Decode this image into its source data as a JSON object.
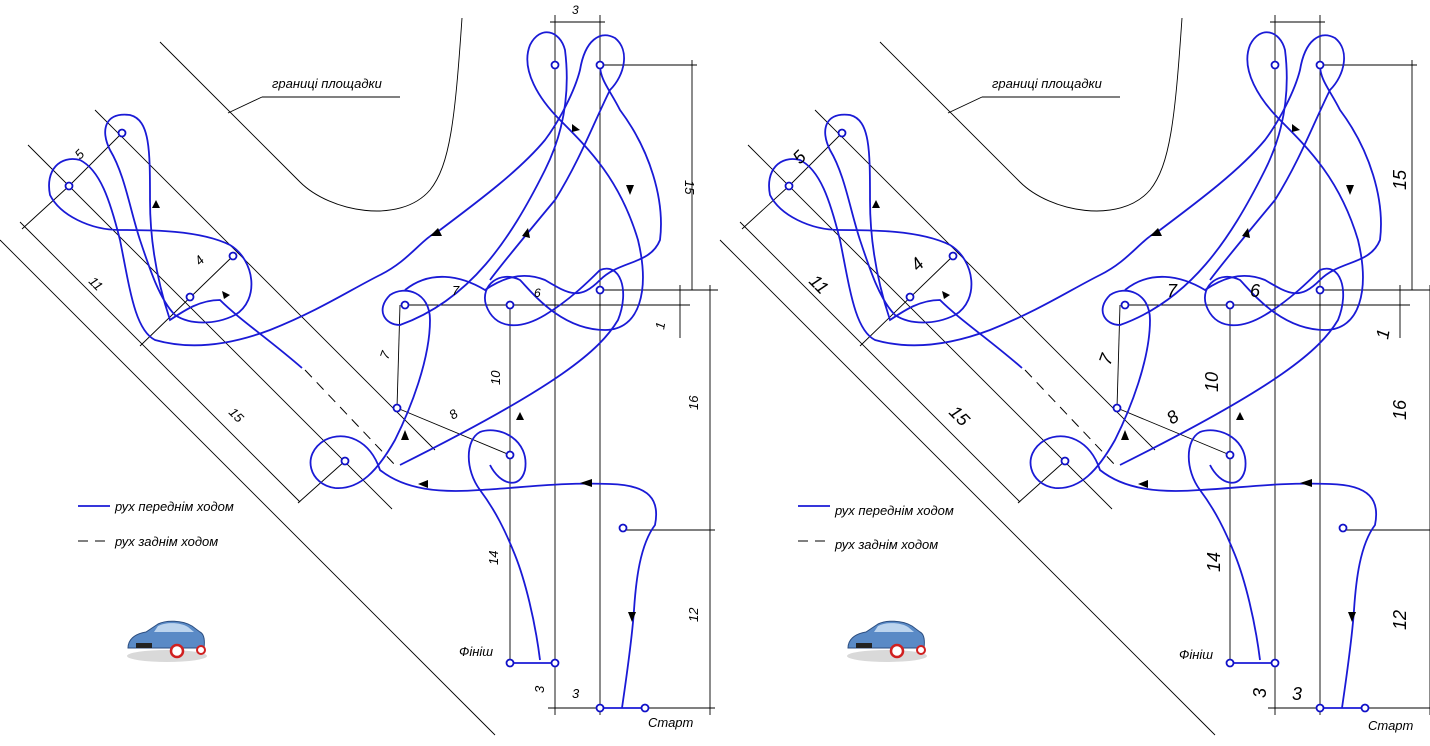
{
  "diagrams": [
    {
      "id": "left",
      "boundary_label": "границі площадки",
      "legend": {
        "forward": "рух переднім ходом",
        "reverse": "рух заднім ходом"
      },
      "start_label": "Старт",
      "finish_label": "Фініш",
      "dimensions": {
        "top_width": "3",
        "loop_height": "15",
        "d16": "16",
        "d12": "12",
        "d1": "1",
        "d7h": "7",
        "d6": "6",
        "d7v": "7",
        "d10": "10",
        "d8": "8",
        "d14": "14",
        "d3a": "3",
        "d3b": "3",
        "d5": "5",
        "d11": "11",
        "d4": "4",
        "d15diag": "15"
      },
      "car_wheel_colors": {
        "front": "#d02020",
        "rear": "#d02020"
      }
    },
    {
      "id": "right",
      "boundary_label": "границі площадки",
      "legend": {
        "forward": "рух переднім ходом",
        "reverse": "рух заднім ходом"
      },
      "start_label": "Старт",
      "finish_label": "Фініш",
      "dimensions": {
        "top_width": "",
        "loop_height": "15",
        "d16": "16",
        "d12": "12",
        "d1": "1",
        "d7h": "7",
        "d6": "6",
        "d7v": "7",
        "d10": "10",
        "d8": "8",
        "d14": "14",
        "d3a": "3",
        "d3b": "3",
        "d5": "5",
        "d11": "11",
        "d4": "4",
        "d15diag": "15"
      },
      "car_wheel_colors": {
        "front": "#d02020",
        "rear": "#333333"
      }
    }
  ],
  "colors": {
    "route": "#1a1ad6",
    "cone": "#1010c8",
    "car_body": "#5a8ac6"
  }
}
